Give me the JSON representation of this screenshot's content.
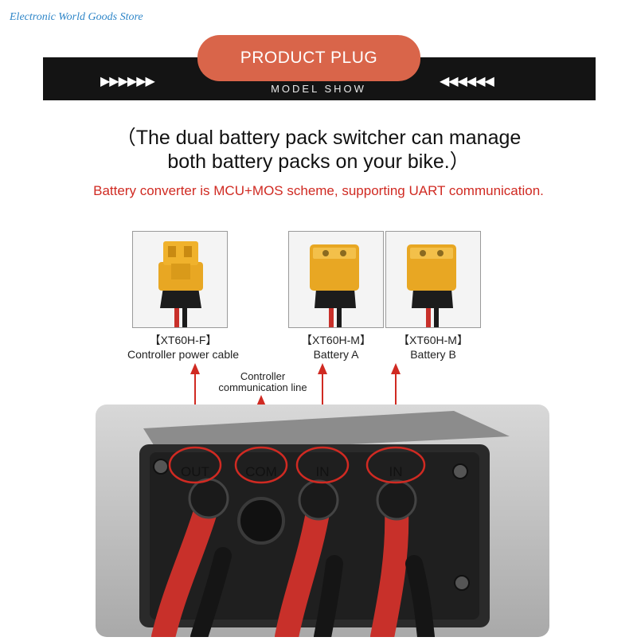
{
  "store_name": "Electronic World Goods Store",
  "banner": {
    "title": "PRODUCT PLUG",
    "subtitle": "MODEL SHOW",
    "left_arrows": "▶▶▶▶▶▶",
    "right_arrows": "◀◀◀◀◀◀"
  },
  "headline": {
    "line1": "（The dual battery pack switcher can manage",
    "line2": "both battery packs on your bike.）"
  },
  "red_note": "Battery converter is MCU+MOS scheme, supporting UART communication.",
  "connectors": [
    {
      "model": "【XT60H-F】",
      "name": "Controller power cable"
    },
    {
      "model": "【XT60H-M】",
      "name": "Battery  A"
    },
    {
      "model": "【XT60H-M】",
      "name": "Battery  B"
    }
  ],
  "com_line_label": {
    "line1": "Controller",
    "line2": "communication line"
  },
  "ports": [
    "OUT",
    "COM",
    "IN",
    "IN"
  ],
  "colors": {
    "accent_red": "#d02a22",
    "pill": "#d9654a",
    "banner": "#141414",
    "connector_yellow": "#e8a723",
    "cable_red": "#c8302a"
  }
}
